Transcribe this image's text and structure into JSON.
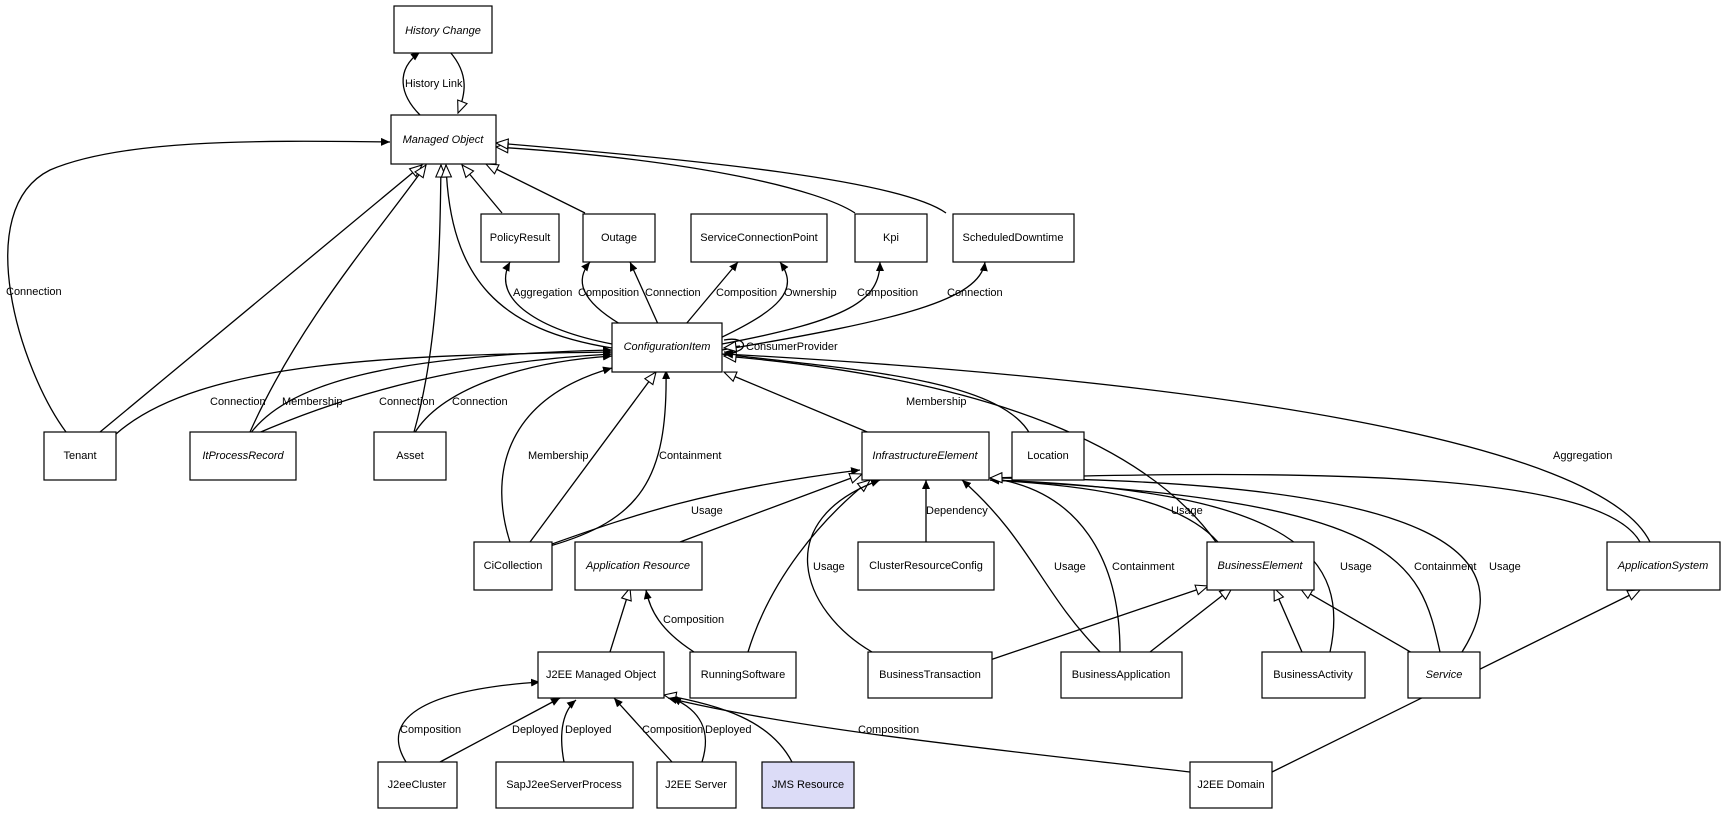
{
  "nodes": {
    "history_change": "History Change",
    "managed_object": "Managed Object",
    "policy_result": "PolicyResult",
    "outage": "Outage",
    "service_connection_point": "ServiceConnectionPoint",
    "kpi": "Kpi",
    "scheduled_downtime": "ScheduledDowntime",
    "configuration_item": "ConfigurationItem",
    "tenant": "Tenant",
    "it_process_record": "ItProcessRecord",
    "asset": "Asset",
    "infrastructure_element": "InfrastructureElement",
    "location": "Location",
    "ci_collection": "CiCollection",
    "application_resource": "Application Resource",
    "cluster_resource_config": "ClusterResourceConfig",
    "business_element": "BusinessElement",
    "application_system": "ApplicationSystem",
    "j2ee_managed_object": "J2EE Managed Object",
    "running_software": "RunningSoftware",
    "business_transaction": "BusinessTransaction",
    "business_application": "BusinessApplication",
    "business_activity": "BusinessActivity",
    "service": "Service",
    "j2ee_cluster": "J2eeCluster",
    "sap_j2ee_server_process": "SapJ2eeServerProcess",
    "j2ee_server": "J2EE Server",
    "jms_resource": "JMS Resource",
    "j2ee_domain": "J2EE Domain"
  },
  "edge_labels": {
    "history_link": "History Link",
    "tenant_mo_connection": "Connection",
    "ci_policy_aggregation": "Aggregation",
    "ci_outage_composition": "Composition",
    "ci_outage_connection": "Connection",
    "ci_scp_composition": "Composition",
    "ci_scp_ownership": "Ownership",
    "ci_kpi_composition": "Composition",
    "ci_sd_connection": "Connection",
    "consumer_provider": "ConsumerProvider",
    "tenant_ci_connection": "Connection",
    "itpr_ci_membership": "Membership",
    "itpr_ci_connection": "Connection",
    "asset_ci_connection": "Connection",
    "location_ci_membership": "Membership",
    "cicoll_membership": "Membership",
    "cicoll_containment": "Containment",
    "appsys_aggregation": "Aggregation",
    "cicoll_ie_usage": "Usage",
    "crc_ie_dependency": "Dependency",
    "bt_ie_usage": "Usage",
    "ba_ie_usage": "Usage",
    "ba_ie_containment": "Containment",
    "be_ie_usage": "Usage",
    "bact_ie_usage": "Usage",
    "svc_ie_containment": "Containment",
    "svc_ie_usage": "Usage",
    "rs_ar_composition": "Composition",
    "cluster_composition": "Composition",
    "cluster_deployed": "Deployed",
    "sap_deployed": "Deployed",
    "server_composition": "Composition",
    "server_deployed": "Deployed",
    "domain_composition": "Composition"
  },
  "colors": {
    "highlight_fill": "#dcdcf7",
    "stroke": "#000000"
  }
}
